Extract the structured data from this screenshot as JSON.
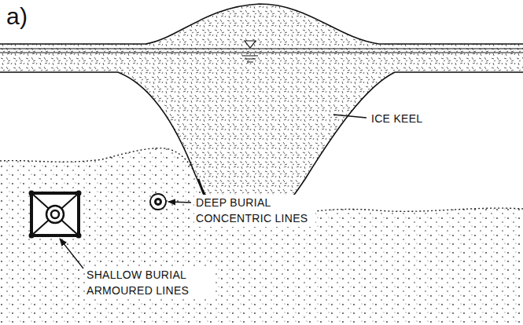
{
  "diagram": {
    "labels": [
      "a)",
      "ICE KEEL",
      "DEEP BURIAL CONCENTRIC LINES",
      "SHALLOW BURIAL ARMOURED LINES"
    ]
  }
}
